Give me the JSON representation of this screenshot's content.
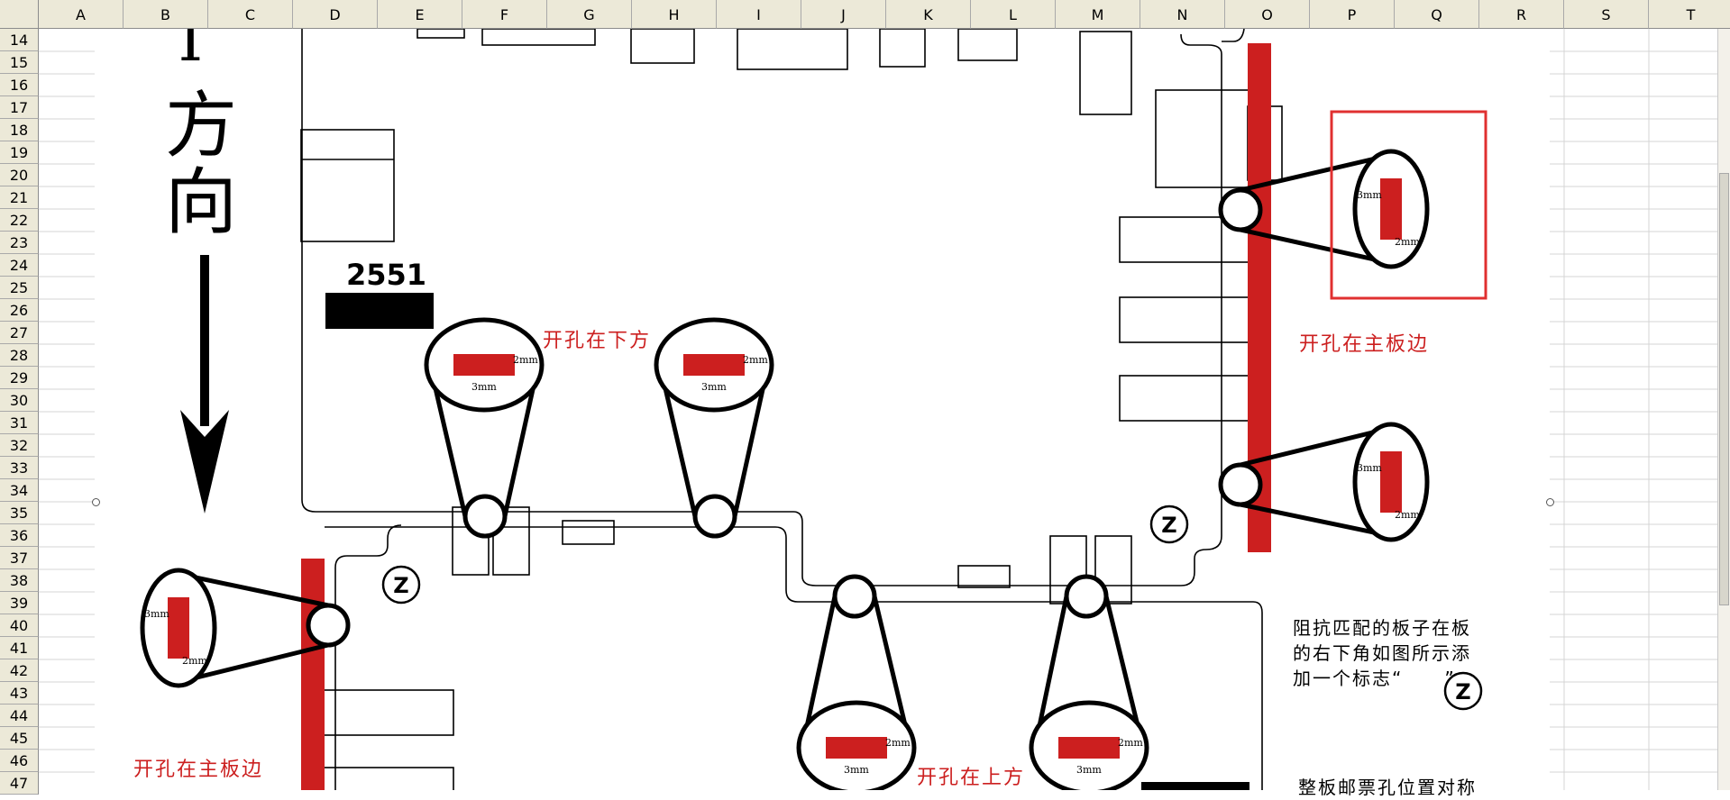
{
  "sheet": {
    "columns": [
      "A",
      "B",
      "C",
      "D",
      "E",
      "F",
      "G",
      "H",
      "I",
      "J",
      "K",
      "L",
      "M",
      "N",
      "O",
      "P",
      "Q",
      "R",
      "S",
      "T"
    ],
    "rows": [
      14,
      15,
      16,
      17,
      18,
      19,
      20,
      21,
      22,
      23,
      24,
      25,
      26,
      27,
      28,
      29,
      30,
      31,
      32,
      33,
      34,
      35,
      36,
      37,
      38,
      39,
      40,
      41,
      42,
      43,
      44,
      45,
      46,
      47
    ]
  },
  "drawing": {
    "direction_chars": [
      "T",
      "方",
      "向"
    ],
    "board_number": "2551",
    "notes": {
      "hole_below": "开孔在下方",
      "hole_board_edge_right": "开孔在主板边",
      "hole_board_edge_left": "开孔在主板边",
      "hole_above": "开孔在上方"
    },
    "caption_lines": [
      "阻抗匹配的板子在板",
      "的右下角如图所示添",
      "加一个标志“",
      "”"
    ],
    "caption_bottom": "整板邮票孔位置对称",
    "z_mark": "Z",
    "dim_3mm": "3mm",
    "dim_2mm": "2mm"
  },
  "colors": {
    "header_bg": "#ece9d8",
    "grid_line": "#d4d4d4",
    "accent_red": "#cc1f1f",
    "highlight_box": "#e03030"
  }
}
